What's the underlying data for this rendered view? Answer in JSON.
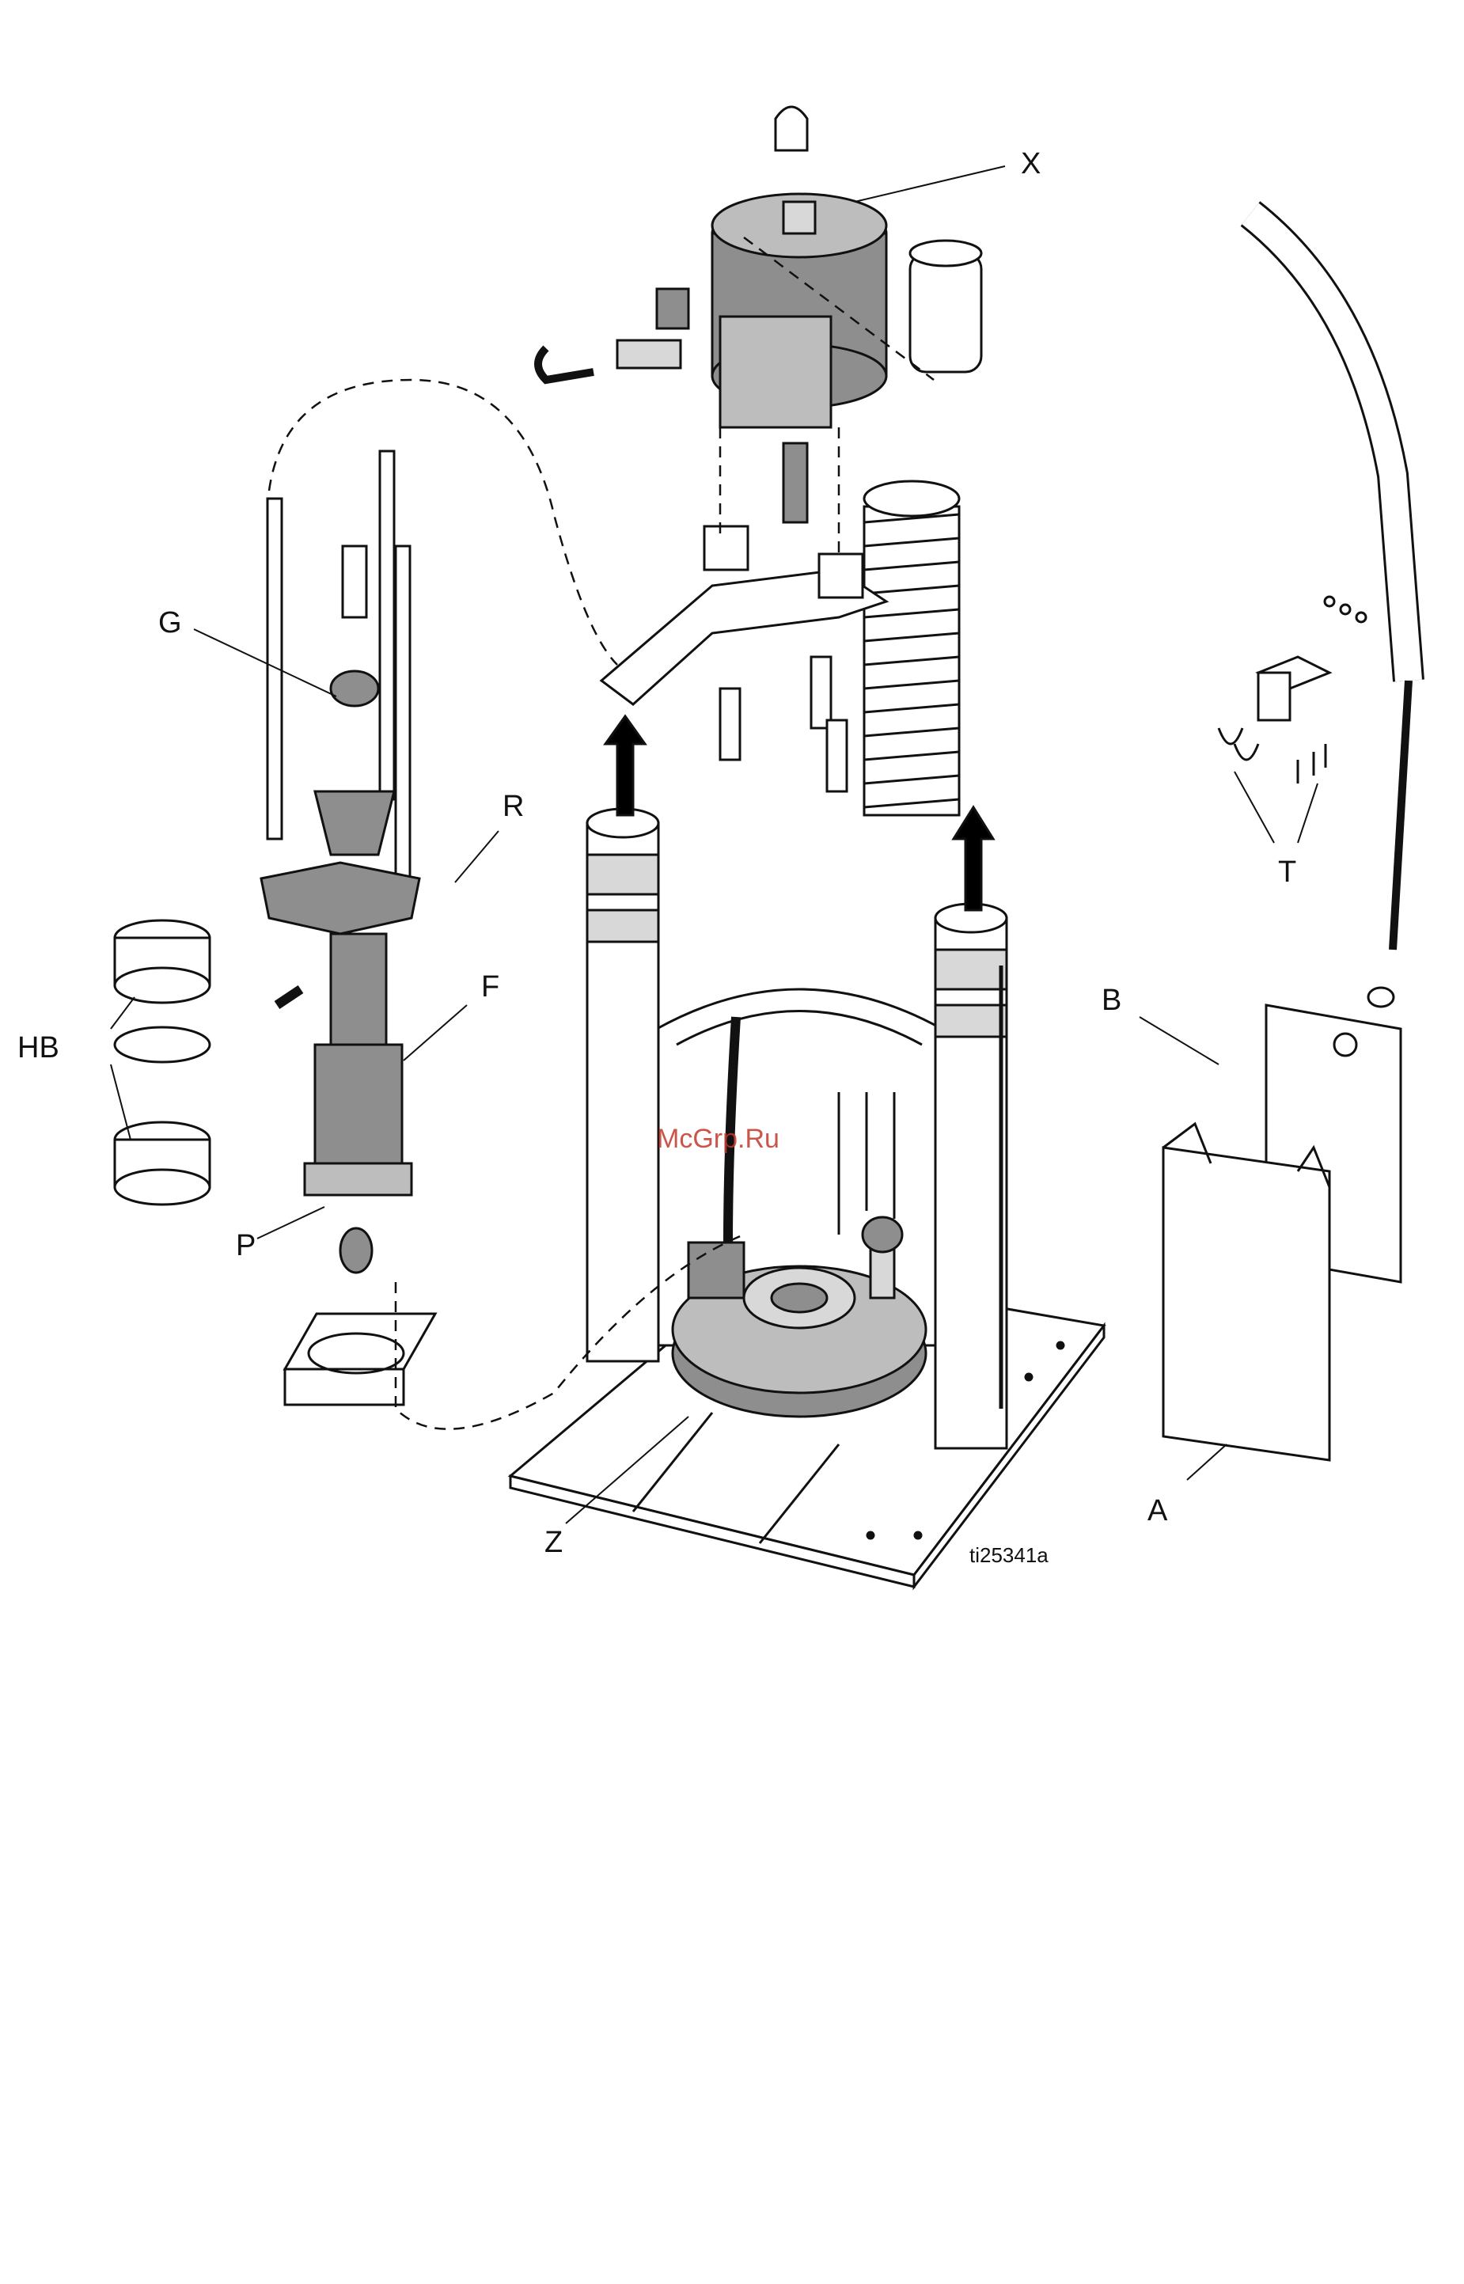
{
  "diagram": {
    "figure_id": "ti25341a",
    "watermark": "McGrp.Ru",
    "callouts": {
      "X": "X",
      "G": "G",
      "R": "R",
      "F": "F",
      "HB": "HB",
      "P": "P",
      "B": "B",
      "T": "T",
      "A": "A",
      "Z": "Z"
    }
  },
  "colors": {
    "line": "#111111",
    "part_fill": "#8e8e8e",
    "part_light": "#d8d8d8",
    "arrow": "#000000",
    "watermark": "#c0392b"
  }
}
